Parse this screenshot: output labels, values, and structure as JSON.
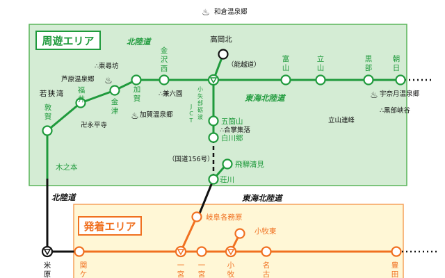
{
  "zones": {
    "shuyu": "周遊エリア",
    "hatchaku": "発着エリア"
  },
  "highways": {
    "hokuriku_top": "北陸道",
    "tokai_hokuriku_top": "東海北陸道",
    "hokuriku_left": "北陸道",
    "tokai_hokuriku_mid": "東海北陸道",
    "noetsu": "（能越道）",
    "route156": "（国道156号）"
  },
  "stations": {
    "wakasawan": [
      "若",
      "狭",
      "湾"
    ],
    "fukui": [
      "福",
      "井"
    ],
    "kanazu": [
      "金",
      "津"
    ],
    "kaga": [
      "加",
      "賀"
    ],
    "kanazawanishi": [
      "金",
      "沢",
      "西"
    ],
    "koyabe": [
      "小",
      "矢",
      "部",
      "砺",
      "波"
    ],
    "jct": [
      "J",
      "C",
      "T"
    ],
    "toyama": [
      "富",
      "山"
    ],
    "tateyama": [
      "立",
      "山"
    ],
    "kurobe": [
      "黒",
      "部"
    ],
    "asahi": [
      "朝",
      "日"
    ],
    "takaokakita": "高岡北",
    "gokayama": "五箇山",
    "shirakawago": "白川郷",
    "hidakiyomi": "飛騨清見",
    "shokawa": "荘川",
    "kinomoto": "木之本",
    "maibara": [
      "米",
      "原"
    ],
    "sekigahara": [
      "関",
      "ケ"
    ],
    "gifukakamigahara": "岐阜各務原",
    "komakihigashi": "小牧東",
    "ichinomiya1": [
      "一",
      "宮"
    ],
    "ichinomiya2": [
      "一",
      "宮"
    ],
    "komaki": [
      "小",
      "牧"
    ],
    "nagoya": [
      "名",
      "古"
    ],
    "toyota": [
      "豊",
      "田"
    ]
  },
  "places": {
    "wakura": "和倉温泉郷",
    "tojinbo": "∴東尋坊",
    "awara": "芦原温泉郷",
    "eiheiji": "卍永平寺",
    "kenrokuen": "∴兼六園",
    "kagaonsen": "加賀温泉郷",
    "gassho": "∴合掌集落",
    "unazuki": "宇奈月温泉郷",
    "kurobekyokoku": "∴黒部峡谷",
    "tateyamarenpo": "立山連峰"
  },
  "colors": {
    "shuyu_fill": "#d4ecd4",
    "shuyu_border": "#5ab55a",
    "hatchaku_fill": "#fff7d6",
    "hatchaku_border": "#f5a05a",
    "green_line": "#1f9a3c",
    "orange_line": "#f07020",
    "black_line": "#111111"
  }
}
